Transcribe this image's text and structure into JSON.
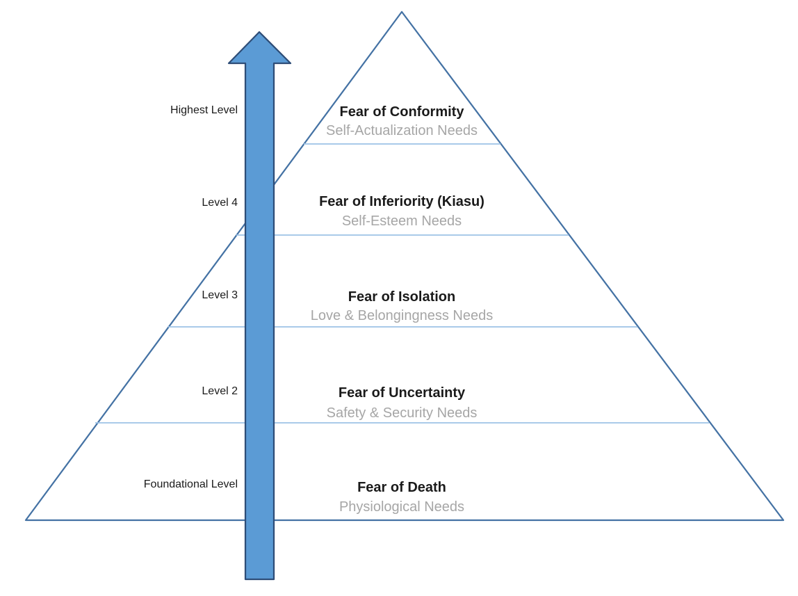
{
  "diagram_type": "pyramid-hierarchy",
  "levels": [
    {
      "side_label": "Highest Level",
      "fear": "Fear of Conformity",
      "need": "Self-Actualization Needs"
    },
    {
      "side_label": "Level 4",
      "fear": "Fear of Inferiority (Kiasu)",
      "need": "Self-Esteem Needs"
    },
    {
      "side_label": "Level 3",
      "fear": "Fear of Isolation",
      "need": "Love & Belongingness Needs"
    },
    {
      "side_label": "Level 2",
      "fear": "Fear of Uncertainty",
      "need": "Safety & Security Needs"
    },
    {
      "side_label": "Foundational Level",
      "fear": "Fear of Death",
      "need": "Physiological Needs"
    }
  ],
  "colors": {
    "pyramid_outline": "#4472A4",
    "divider_line": "#9DC3E6",
    "arrow_fill": "#5B9BD5",
    "arrow_outline": "#2E4D77",
    "fear_text": "#1A1A1A",
    "need_text": "#A6A6A6",
    "side_label_text": "#1A1A1A"
  }
}
